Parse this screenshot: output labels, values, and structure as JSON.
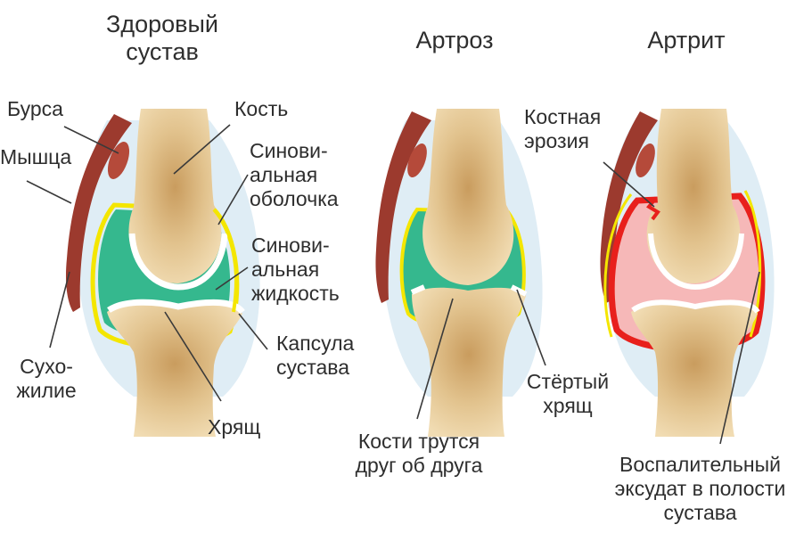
{
  "titles": {
    "healthy": "Здоровый\nсустав",
    "arthrosis": "Артроз",
    "arthritis": "Артрит"
  },
  "labels": {
    "bursa": "Бурса",
    "muscle": "Мышца",
    "tendon": "Сухо-\nжилие",
    "bone": "Кость",
    "synovial_membrane": "Синови-\nальная\nоболочка",
    "synovial_fluid": "Синови-\nальная\nжидкость",
    "joint_capsule": "Капсула\nсустава",
    "cartilage": "Хрящ",
    "bones_rub": "Кости трутся\nдруг об друга",
    "worn_cartilage": "Стёртый\nхрящ",
    "bone_erosion": "Костная\nэрозия",
    "exudate": "Воспалительный\nэксудат в полости\nсустава"
  },
  "colors": {
    "bone": "#e8cc9a",
    "bone_shade": "#cfa56a",
    "cartilage": "#ffffff",
    "synovial_fluid": "#35b88e",
    "membrane": "#f4e600",
    "capsule": "#d9eaf3",
    "muscle": "#9c3a2e",
    "inflamed": "#e8201c",
    "exudate": "#f6b0b0",
    "line": "#3a3a3a"
  }
}
